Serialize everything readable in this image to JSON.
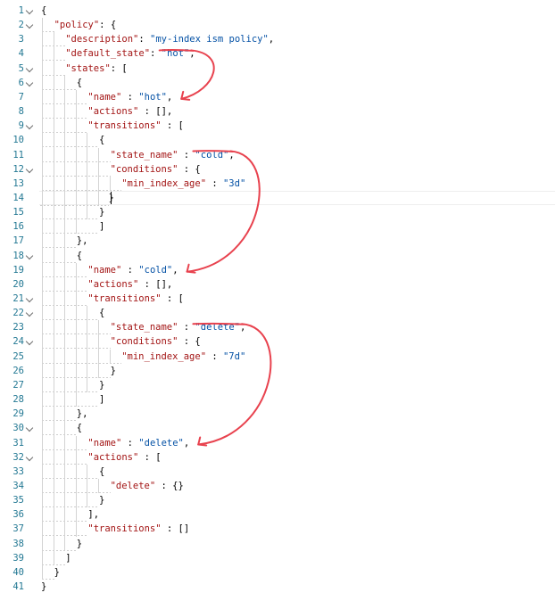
{
  "editor": {
    "cursor_line": 14,
    "lines": [
      {
        "num": "1",
        "fold": true,
        "indent": 0,
        "tokens": [
          {
            "t": "{",
            "c": "punc"
          }
        ]
      },
      {
        "num": "2",
        "fold": true,
        "indent": 1,
        "tokens": [
          {
            "t": "\"policy\"",
            "c": "key"
          },
          {
            "t": ": {",
            "c": "punc"
          }
        ]
      },
      {
        "num": "3",
        "fold": false,
        "indent": 2,
        "tokens": [
          {
            "t": "\"description\"",
            "c": "key"
          },
          {
            "t": ": ",
            "c": "punc"
          },
          {
            "t": "\"my-index ism policy\"",
            "c": "str"
          },
          {
            "t": ",",
            "c": "punc"
          }
        ]
      },
      {
        "num": "4",
        "fold": false,
        "indent": 2,
        "tokens": [
          {
            "t": "\"default_state\"",
            "c": "key"
          },
          {
            "t": ": ",
            "c": "punc"
          },
          {
            "t": "\"hot\"",
            "c": "str"
          },
          {
            "t": ",",
            "c": "punc"
          }
        ]
      },
      {
        "num": "5",
        "fold": true,
        "indent": 2,
        "tokens": [
          {
            "t": "\"states\"",
            "c": "key"
          },
          {
            "t": ": [",
            "c": "punc"
          }
        ]
      },
      {
        "num": "6",
        "fold": true,
        "indent": 3,
        "tokens": [
          {
            "t": "{",
            "c": "punc"
          }
        ]
      },
      {
        "num": "7",
        "fold": false,
        "indent": 4,
        "tokens": [
          {
            "t": "\"name\"",
            "c": "key"
          },
          {
            "t": " : ",
            "c": "punc"
          },
          {
            "t": "\"hot\"",
            "c": "str"
          },
          {
            "t": ",",
            "c": "punc"
          }
        ]
      },
      {
        "num": "8",
        "fold": false,
        "indent": 4,
        "tokens": [
          {
            "t": "\"actions\"",
            "c": "key"
          },
          {
            "t": " : [],",
            "c": "punc"
          }
        ]
      },
      {
        "num": "9",
        "fold": true,
        "indent": 4,
        "tokens": [
          {
            "t": "\"transitions\"",
            "c": "key"
          },
          {
            "t": " : [",
            "c": "punc"
          }
        ]
      },
      {
        "num": "10",
        "fold": false,
        "indent": 5,
        "tokens": [
          {
            "t": "{",
            "c": "punc"
          }
        ]
      },
      {
        "num": "11",
        "fold": false,
        "indent": 6,
        "tokens": [
          {
            "t": "\"state_name\"",
            "c": "key"
          },
          {
            "t": " : ",
            "c": "punc"
          },
          {
            "t": "\"cold\"",
            "c": "str"
          },
          {
            "t": ",",
            "c": "punc"
          }
        ]
      },
      {
        "num": "12",
        "fold": true,
        "indent": 6,
        "tokens": [
          {
            "t": "\"conditions\"",
            "c": "key"
          },
          {
            "t": " : {",
            "c": "punc"
          }
        ]
      },
      {
        "num": "13",
        "fold": false,
        "indent": 7,
        "tokens": [
          {
            "t": "\"min_index_age\"",
            "c": "key"
          },
          {
            "t": " : ",
            "c": "punc"
          },
          {
            "t": "\"3d\"",
            "c": "str"
          }
        ]
      },
      {
        "num": "14",
        "fold": false,
        "indent": 6,
        "tokens": [
          {
            "t": "}",
            "c": "punc"
          }
        ]
      },
      {
        "num": "15",
        "fold": false,
        "indent": 5,
        "tokens": [
          {
            "t": "}",
            "c": "punc"
          }
        ]
      },
      {
        "num": "16",
        "fold": false,
        "indent": 5,
        "tokens": [
          {
            "t": "]",
            "c": "punc"
          }
        ]
      },
      {
        "num": "17",
        "fold": false,
        "indent": 3,
        "tokens": [
          {
            "t": "},",
            "c": "punc"
          }
        ]
      },
      {
        "num": "18",
        "fold": true,
        "indent": 3,
        "tokens": [
          {
            "t": "{",
            "c": "punc"
          }
        ]
      },
      {
        "num": "19",
        "fold": false,
        "indent": 4,
        "tokens": [
          {
            "t": "\"name\"",
            "c": "key"
          },
          {
            "t": " : ",
            "c": "punc"
          },
          {
            "t": "\"cold\"",
            "c": "str"
          },
          {
            "t": ",",
            "c": "punc"
          }
        ]
      },
      {
        "num": "20",
        "fold": false,
        "indent": 4,
        "tokens": [
          {
            "t": "\"actions\"",
            "c": "key"
          },
          {
            "t": " : [],",
            "c": "punc"
          }
        ]
      },
      {
        "num": "21",
        "fold": true,
        "indent": 4,
        "tokens": [
          {
            "t": "\"transitions\"",
            "c": "key"
          },
          {
            "t": " : [",
            "c": "punc"
          }
        ]
      },
      {
        "num": "22",
        "fold": true,
        "indent": 5,
        "tokens": [
          {
            "t": "{",
            "c": "punc"
          }
        ]
      },
      {
        "num": "23",
        "fold": false,
        "indent": 6,
        "tokens": [
          {
            "t": "\"state_name\"",
            "c": "key"
          },
          {
            "t": " : ",
            "c": "punc"
          },
          {
            "t": "\"delete\"",
            "c": "str"
          },
          {
            "t": ",",
            "c": "punc"
          }
        ]
      },
      {
        "num": "24",
        "fold": true,
        "indent": 6,
        "tokens": [
          {
            "t": "\"conditions\"",
            "c": "key"
          },
          {
            "t": " : {",
            "c": "punc"
          }
        ]
      },
      {
        "num": "25",
        "fold": false,
        "indent": 7,
        "tokens": [
          {
            "t": "\"min_index_age\"",
            "c": "key"
          },
          {
            "t": " : ",
            "c": "punc"
          },
          {
            "t": "\"7d\"",
            "c": "str"
          }
        ]
      },
      {
        "num": "26",
        "fold": false,
        "indent": 6,
        "tokens": [
          {
            "t": "}",
            "c": "punc"
          }
        ]
      },
      {
        "num": "27",
        "fold": false,
        "indent": 5,
        "tokens": [
          {
            "t": "}",
            "c": "punc"
          }
        ]
      },
      {
        "num": "28",
        "fold": false,
        "indent": 5,
        "tokens": [
          {
            "t": "]",
            "c": "punc"
          }
        ]
      },
      {
        "num": "29",
        "fold": false,
        "indent": 3,
        "tokens": [
          {
            "t": "},",
            "c": "punc"
          }
        ]
      },
      {
        "num": "30",
        "fold": true,
        "indent": 3,
        "tokens": [
          {
            "t": "{",
            "c": "punc"
          }
        ]
      },
      {
        "num": "31",
        "fold": false,
        "indent": 4,
        "tokens": [
          {
            "t": "\"name\"",
            "c": "key"
          },
          {
            "t": " : ",
            "c": "punc"
          },
          {
            "t": "\"delete\"",
            "c": "str"
          },
          {
            "t": ",",
            "c": "punc"
          }
        ]
      },
      {
        "num": "32",
        "fold": true,
        "indent": 4,
        "tokens": [
          {
            "t": "\"actions\"",
            "c": "key"
          },
          {
            "t": " : [",
            "c": "punc"
          }
        ]
      },
      {
        "num": "33",
        "fold": false,
        "indent": 5,
        "tokens": [
          {
            "t": "{",
            "c": "punc"
          }
        ]
      },
      {
        "num": "34",
        "fold": false,
        "indent": 6,
        "tokens": [
          {
            "t": "\"delete\"",
            "c": "key"
          },
          {
            "t": " : {}",
            "c": "punc"
          }
        ]
      },
      {
        "num": "35",
        "fold": false,
        "indent": 5,
        "tokens": [
          {
            "t": "}",
            "c": "punc"
          }
        ]
      },
      {
        "num": "36",
        "fold": false,
        "indent": 4,
        "tokens": [
          {
            "t": "],",
            "c": "punc"
          }
        ]
      },
      {
        "num": "37",
        "fold": false,
        "indent": 4,
        "tokens": [
          {
            "t": "\"transitions\"",
            "c": "key"
          },
          {
            "t": " : []",
            "c": "punc"
          }
        ]
      },
      {
        "num": "38",
        "fold": false,
        "indent": 3,
        "tokens": [
          {
            "t": "}",
            "c": "punc"
          }
        ]
      },
      {
        "num": "39",
        "fold": false,
        "indent": 2,
        "tokens": [
          {
            "t": "]",
            "c": "punc"
          }
        ]
      },
      {
        "num": "40",
        "fold": false,
        "indent": 1,
        "tokens": [
          {
            "t": "}",
            "c": "punc"
          }
        ]
      },
      {
        "num": "41",
        "fold": false,
        "indent": 0,
        "tokens": [
          {
            "t": "}",
            "c": "punc"
          }
        ]
      }
    ]
  },
  "colors": {
    "key": "#a31515",
    "string": "#0451a5",
    "line_number": "#237893",
    "annotation": "#e8424e"
  },
  "annotations": [
    {
      "from_value": "\"hot\"",
      "from_line": 4,
      "to_line": 7,
      "icon": "curved-arrow-icon"
    },
    {
      "from_value": "\"cold\"",
      "from_line": 11,
      "to_line": 19,
      "icon": "curved-arrow-icon"
    },
    {
      "from_value": "\"delete\"",
      "from_line": 23,
      "to_line": 31,
      "icon": "curved-arrow-icon"
    }
  ]
}
